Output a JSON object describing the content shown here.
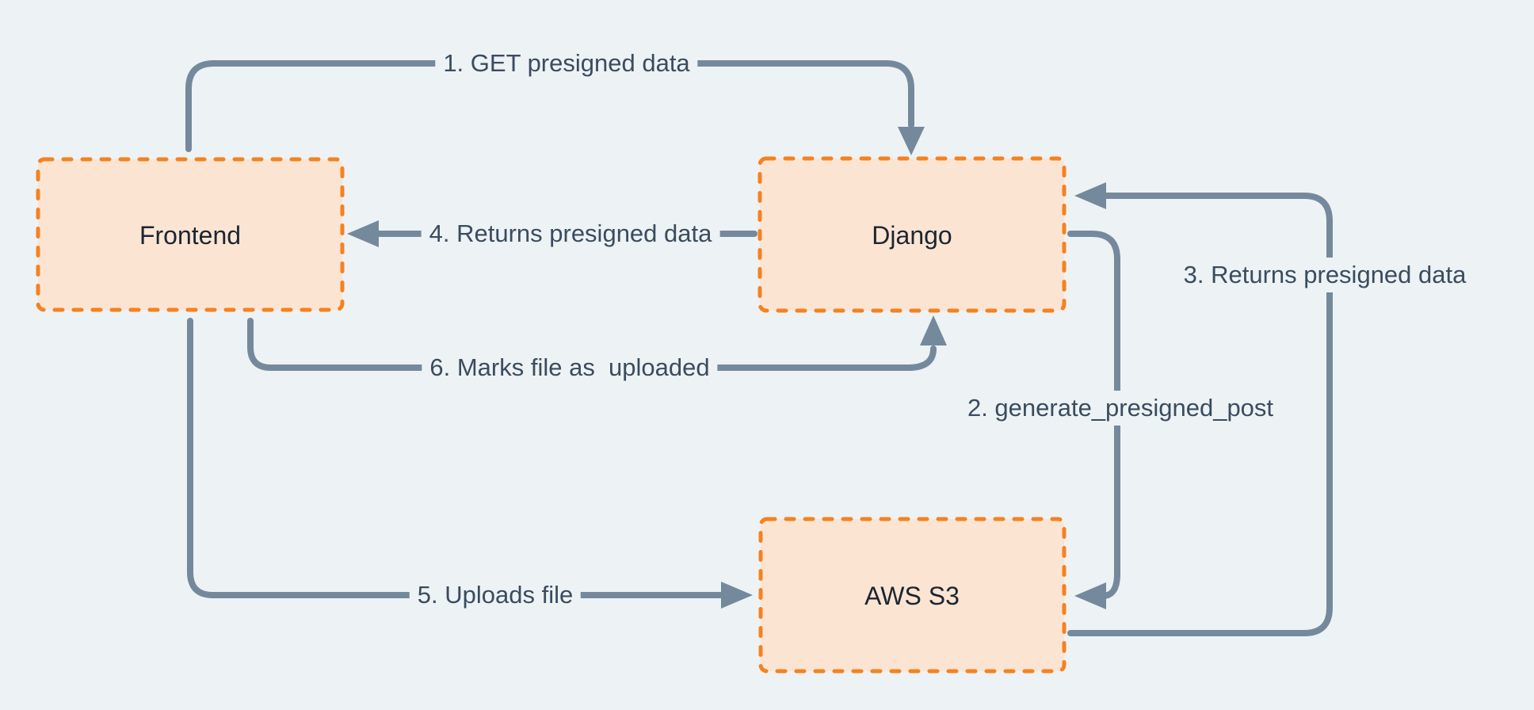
{
  "theme": {
    "bg": "#edf2f5",
    "arrow": "#75899c",
    "box_fill": "#fce4d3",
    "box_border": "#f5821f",
    "label_color": "#3a4c5e",
    "node_color": "#1b2631"
  },
  "nodes": {
    "frontend": {
      "label": "Frontend"
    },
    "django": {
      "label": "Django"
    },
    "aws_s3": {
      "label": "AWS S3"
    }
  },
  "steps": {
    "s1": {
      "label": "1. GET presigned data"
    },
    "s2": {
      "label": "2. generate_presigned_post"
    },
    "s3": {
      "label": "3. Returns presigned data"
    },
    "s4": {
      "label": "4. Returns presigned data"
    },
    "s5": {
      "label": "5. Uploads file"
    },
    "s6": {
      "label": "6. Marks file as  uploaded"
    }
  }
}
